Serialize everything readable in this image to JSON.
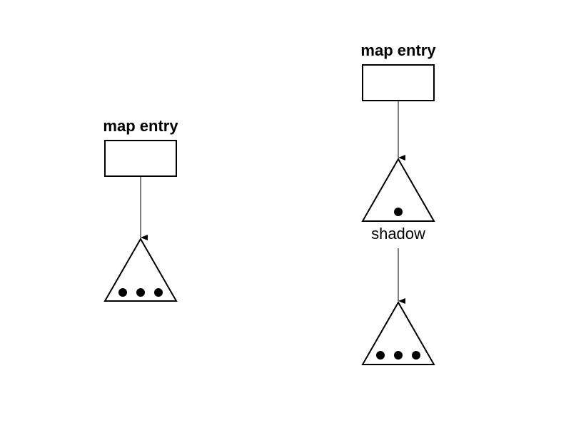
{
  "diagram": {
    "left": {
      "entry_label": "map entry",
      "object_dots": 3
    },
    "right": {
      "entry_label": "map entry",
      "shadow_label": "shadow",
      "shadow_dots": 1,
      "object_dots": 3
    }
  },
  "colors": {
    "stroke": "#000000",
    "fill": "#ffffff",
    "dot": "#000000"
  }
}
